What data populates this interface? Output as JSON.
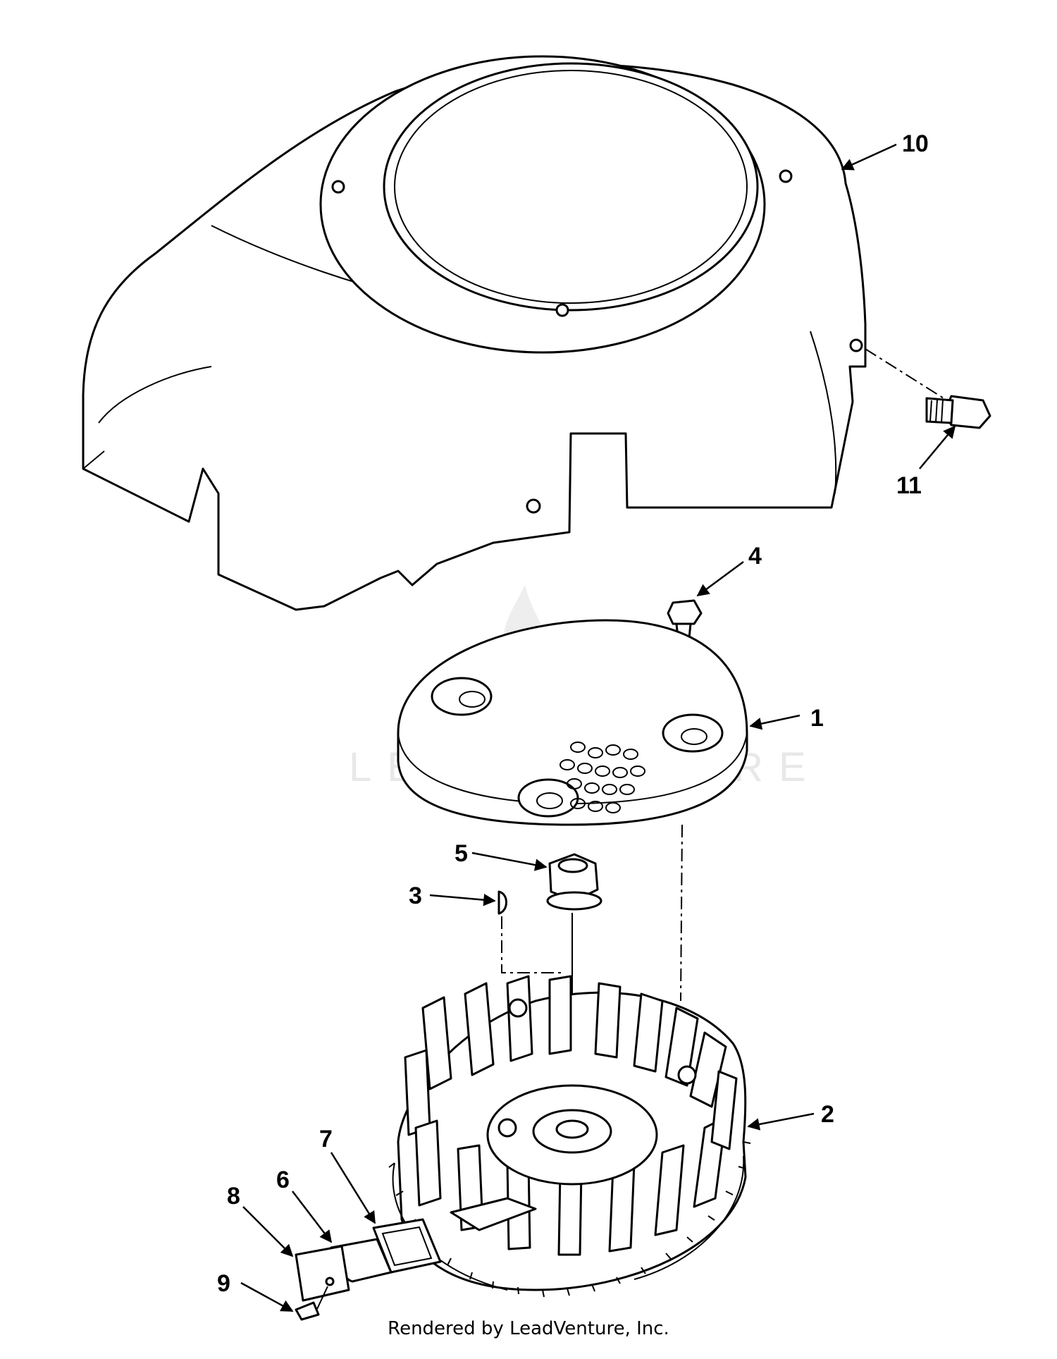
{
  "diagram": {
    "callouts": [
      {
        "id": "1",
        "label": "1",
        "part": "blower-housing-cover"
      },
      {
        "id": "2",
        "label": "2",
        "part": "flywheel"
      },
      {
        "id": "3",
        "label": "3",
        "part": "flywheel-key"
      },
      {
        "id": "4",
        "label": "4",
        "part": "cover-screw"
      },
      {
        "id": "5",
        "label": "5",
        "part": "flywheel-nut"
      },
      {
        "id": "6",
        "label": "6",
        "part": "magnet"
      },
      {
        "id": "7",
        "label": "7",
        "part": "magnet-holder"
      },
      {
        "id": "8",
        "label": "8",
        "part": "plate"
      },
      {
        "id": "9",
        "label": "9",
        "part": "plate-screw"
      },
      {
        "id": "10",
        "label": "10",
        "part": "blower-housing"
      },
      {
        "id": "11",
        "label": "11",
        "part": "housing-bolt"
      }
    ],
    "watermark": "LEADVENTURE",
    "footer": "Rendered by LeadVenture, Inc."
  },
  "colors": {
    "ink": "#000000",
    "paper": "#ffffff",
    "watermark": "#e6e6e6"
  }
}
